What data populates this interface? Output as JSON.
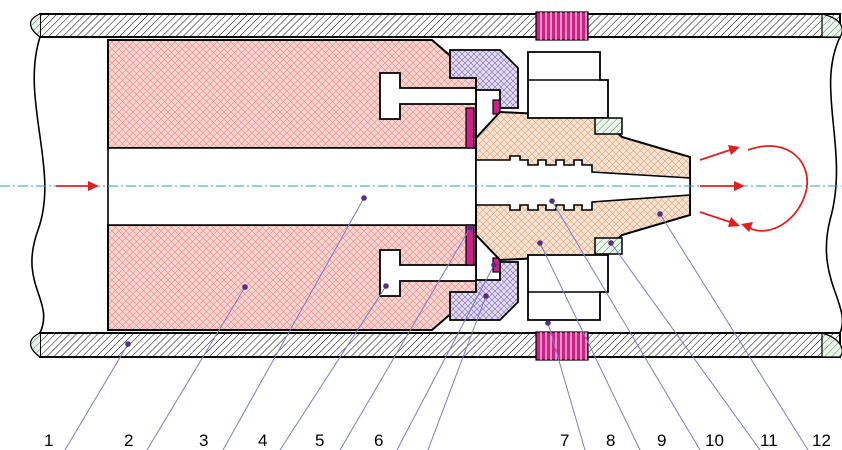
{
  "labels": [
    "1",
    "2",
    "3",
    "4",
    "5",
    "6",
    "7",
    "8",
    "9",
    "10",
    "11",
    "12"
  ],
  "colors": {
    "part_fill": "#f3c6c0",
    "cone_fill": "#f4d9c4",
    "coil": "#cc2288",
    "axis": "#2aa0c8",
    "flow": "#e02020",
    "leader": "#7b7bd0",
    "pointer_dot": "#55307f"
  }
}
